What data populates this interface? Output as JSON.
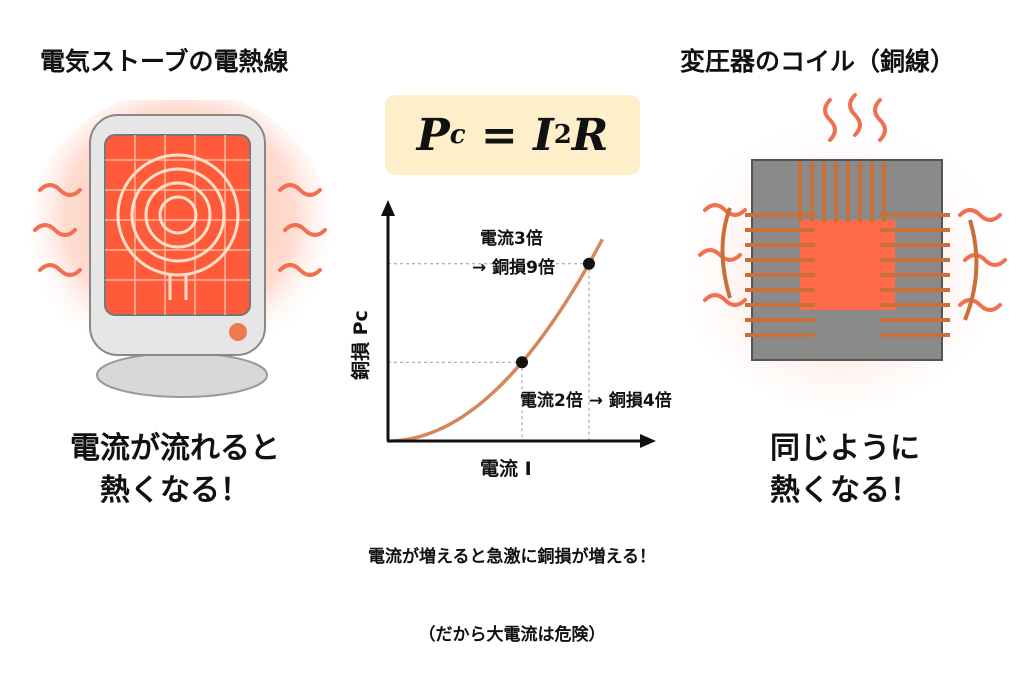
{
  "left": {
    "title": "電気ストーブの電熱線",
    "caption": "電流が流れると\n熱くなる！"
  },
  "right": {
    "title": "変圧器のコイル（銅線）",
    "caption": "同じように\n熱くなる！"
  },
  "formula": {
    "P": "P",
    "sub": "c",
    "eq": " = ",
    "I": "I",
    "sup": "2",
    "R": "R"
  },
  "chart_data": {
    "type": "line",
    "xlabel": "電流 I",
    "ylabel": "銅損 Pc",
    "series": [
      {
        "name": "Pc = I²R",
        "x": [
          0,
          0.5,
          1,
          1.5,
          2,
          2.5,
          3,
          3.2
        ],
        "y": [
          0,
          0.25,
          1,
          2.25,
          4,
          6.25,
          9,
          10.24
        ]
      }
    ],
    "highlighted_points": [
      {
        "x": 2,
        "y": 4
      },
      {
        "x": 3,
        "y": 9
      }
    ],
    "annotations": {
      "p2": "電流2倍 → 銅損4倍",
      "p3_line1": "電流3倍",
      "p3_line2": "→ 銅損9倍"
    },
    "colors": {
      "curve": "#d4875a",
      "axis": "#111111"
    }
  },
  "footer": {
    "line1": "電流が増えると急激に銅損が増える！",
    "line2": "（だから大電流は危険）"
  }
}
